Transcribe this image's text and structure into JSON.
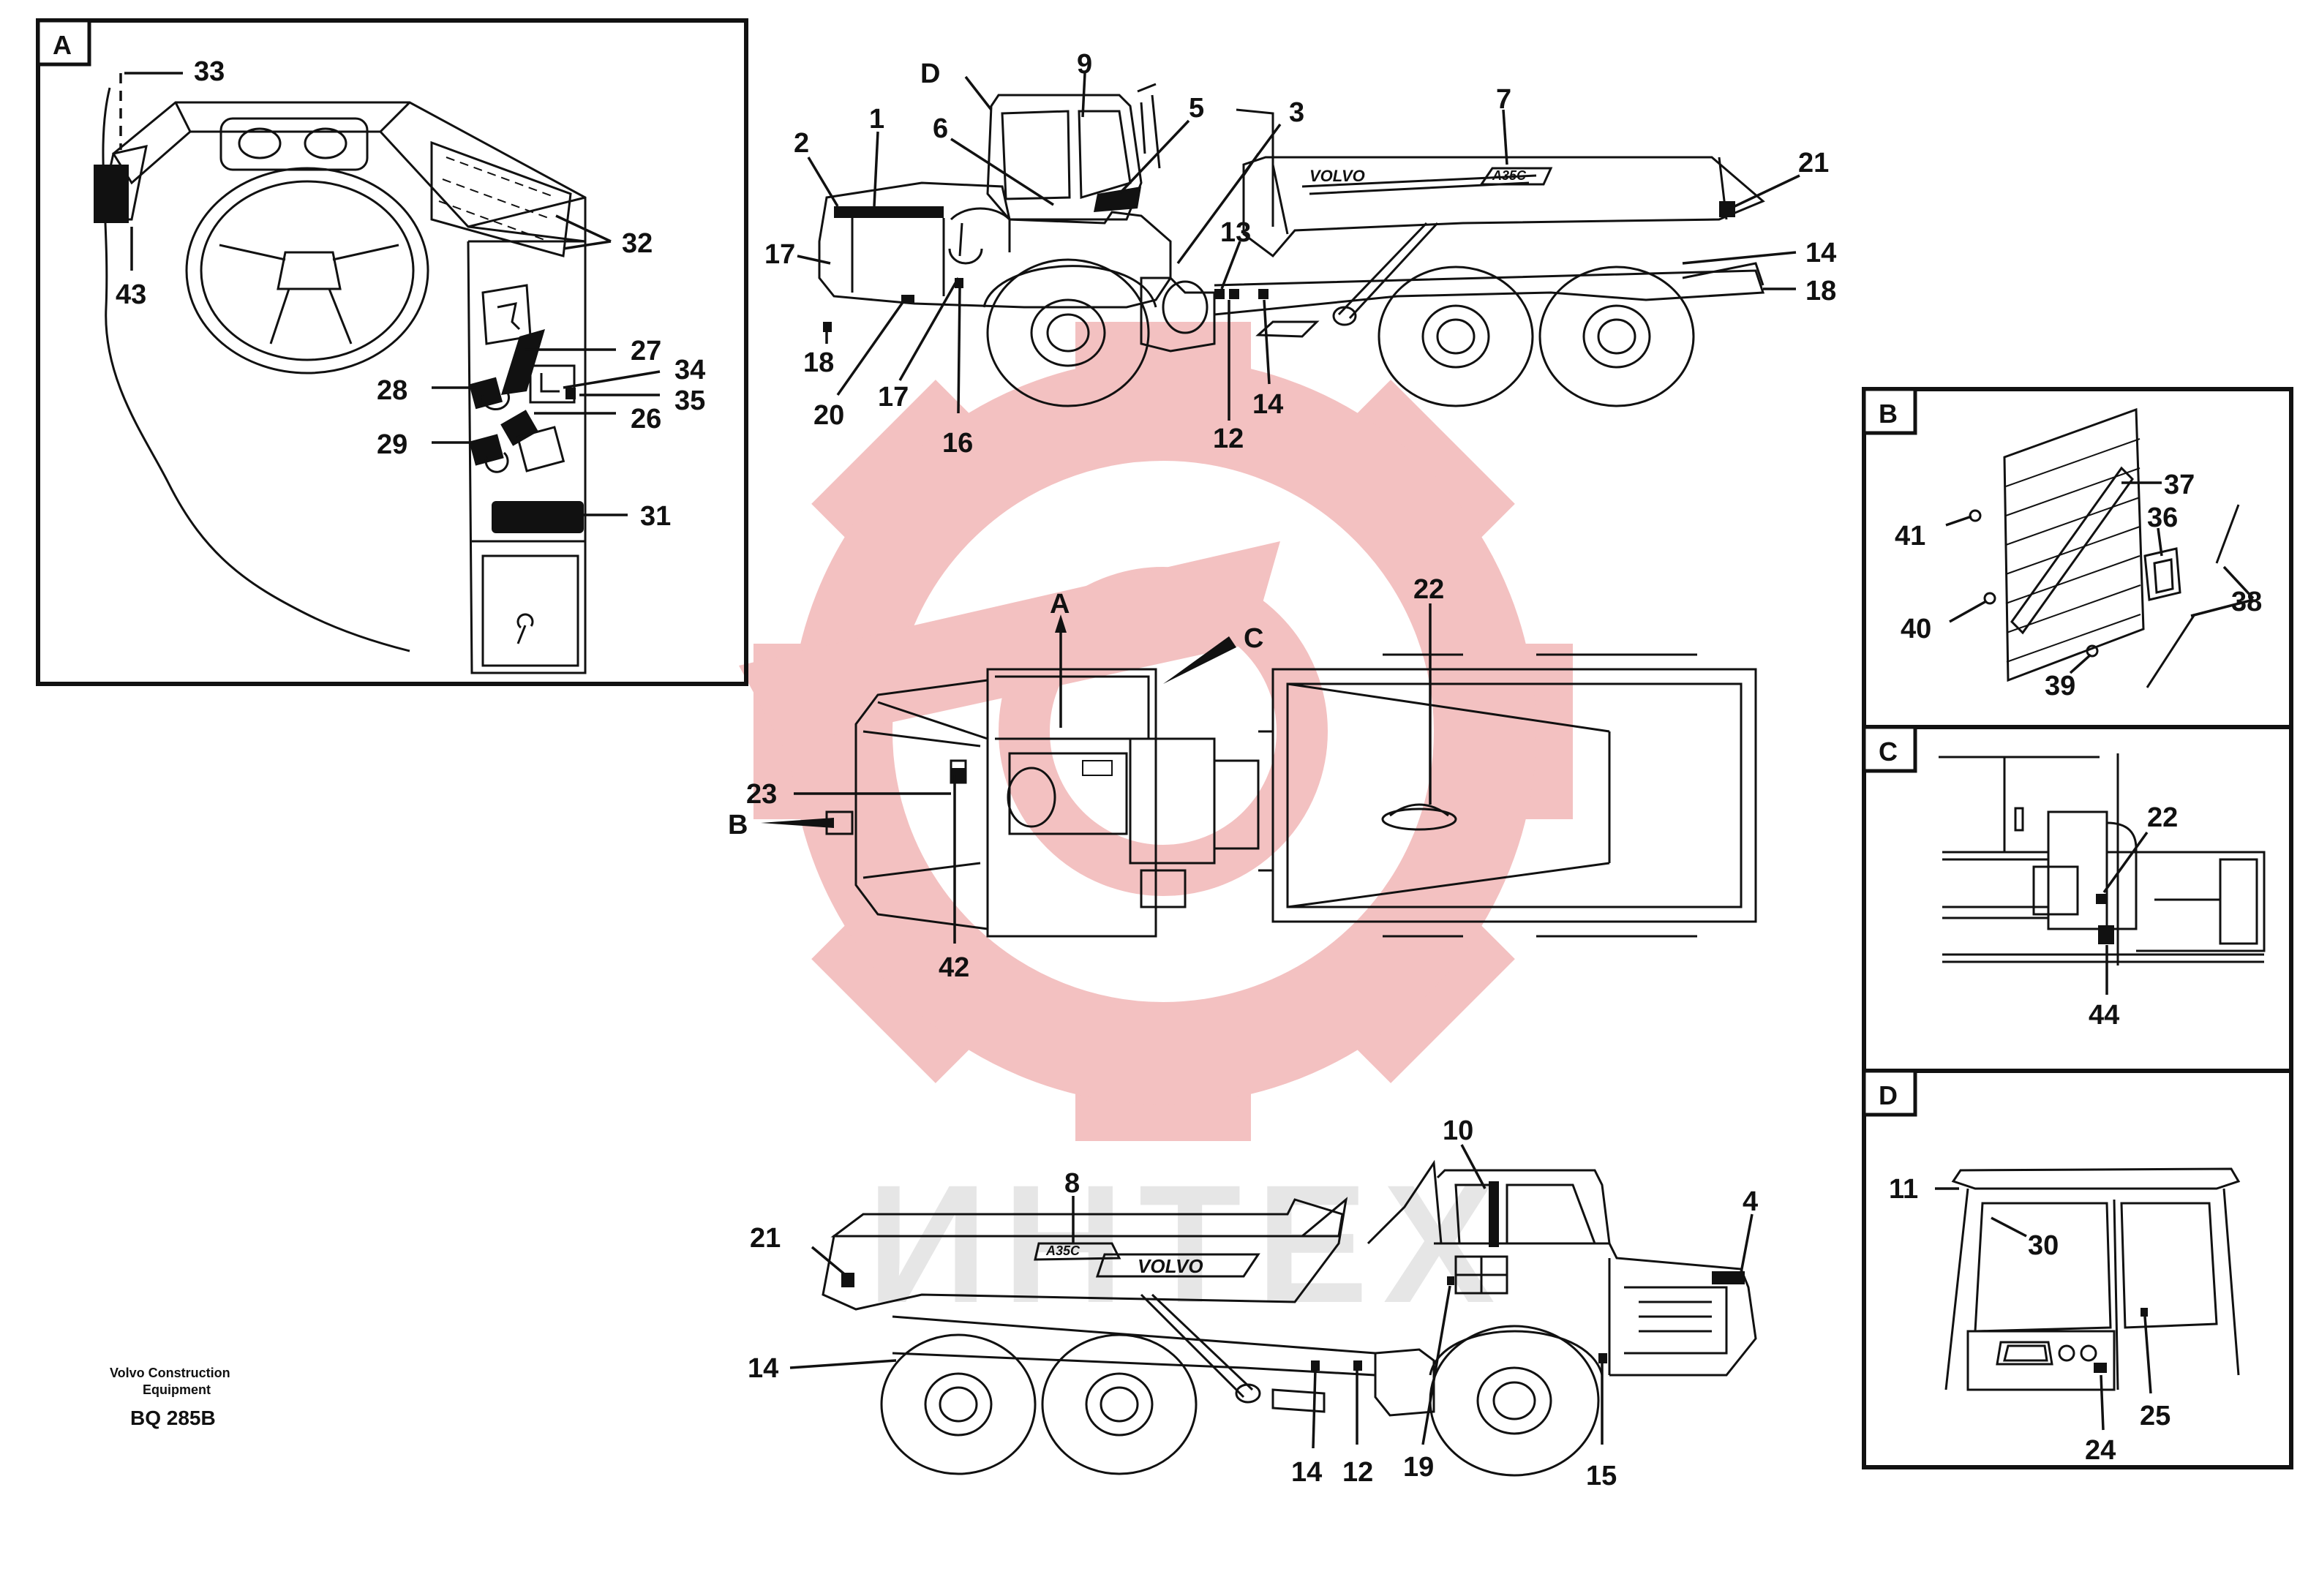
{
  "watermark": {
    "text": "ИНТЕХ",
    "color": "#f1b6b6"
  },
  "footer": {
    "credit_line1": "Volvo Construction",
    "credit_line2": "Equipment",
    "code": "BQ 285B"
  },
  "panels": {
    "A": {
      "letter": "A"
    },
    "B": {
      "letter": "B"
    },
    "C": {
      "letter": "C"
    },
    "D": {
      "letter": "D"
    }
  },
  "truck": {
    "brand": "VOLVO",
    "model": "A35C"
  },
  "callouts": {
    "side_top": [
      "D",
      "9",
      "5",
      "3",
      "7",
      "2",
      "1",
      "6",
      "21",
      "17",
      "13",
      "14",
      "18",
      "18",
      "20",
      "17",
      "16",
      "12",
      "14"
    ],
    "plan": [
      "A",
      "C",
      "22",
      "23",
      "B",
      "42"
    ],
    "side_bottom": [
      "10",
      "8",
      "21",
      "4",
      "14",
      "14",
      "12",
      "19",
      "15"
    ],
    "panel_A": [
      "33",
      "43",
      "32",
      "27",
      "34",
      "35",
      "28",
      "26",
      "29",
      "31"
    ],
    "panel_B": [
      "37",
      "36",
      "41",
      "40",
      "38",
      "39"
    ],
    "panel_C": [
      "22",
      "44"
    ],
    "panel_D": [
      "11",
      "30",
      "25",
      "24"
    ]
  }
}
